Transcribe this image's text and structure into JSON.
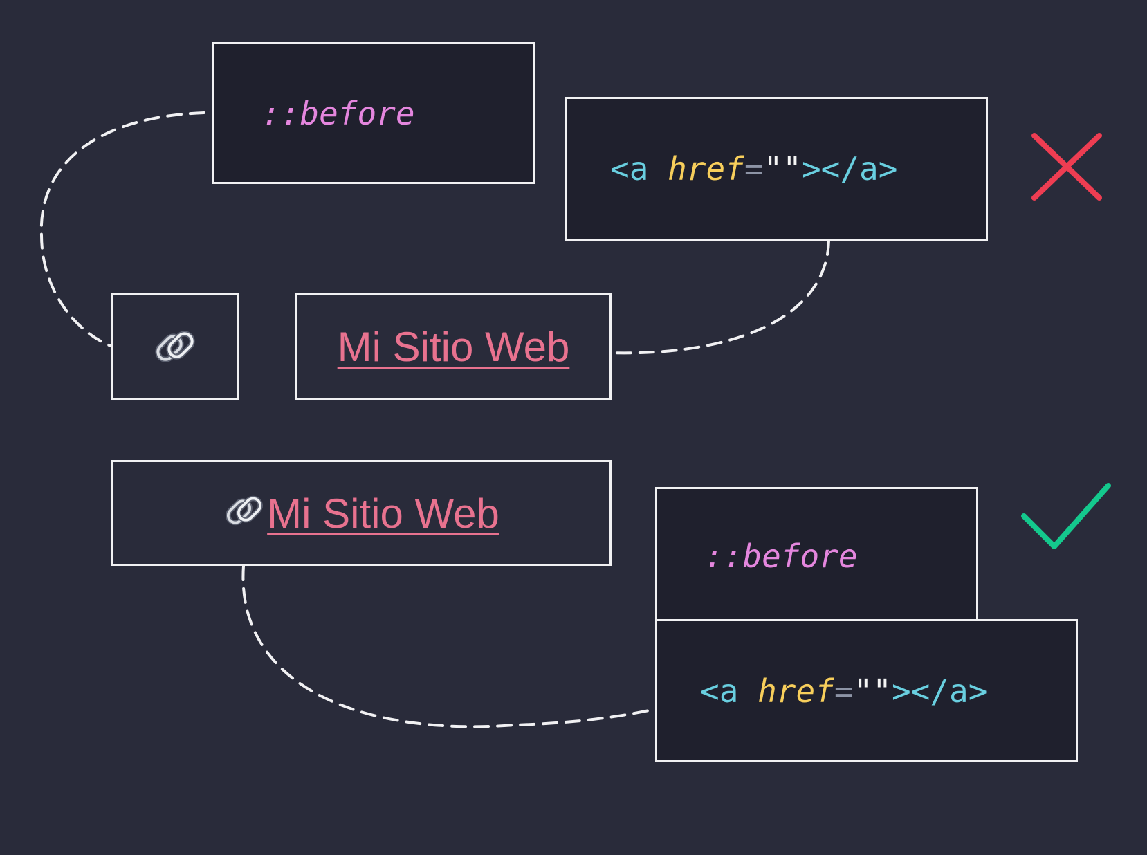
{
  "pseudo_element": {
    "label": "::before"
  },
  "anchor_tag": {
    "open": "<a",
    "attribute": "href",
    "equals": "=",
    "value": "\"\"",
    "close": "></a>"
  },
  "link": {
    "text": "Mi Sitio Web",
    "color": "#e8728f"
  },
  "icons": {
    "chain": "chain-link-icon",
    "wrong": "x-mark-icon",
    "right": "check-mark-icon"
  },
  "colors": {
    "background": "#292b3a",
    "box_fill": "#1f202d",
    "border": "#f1f1f3",
    "pseudo": "#e486de",
    "tag": "#69cfe0",
    "attribute": "#f7ce5b",
    "wrong": "#ee3d52",
    "right": "#14c98d"
  }
}
